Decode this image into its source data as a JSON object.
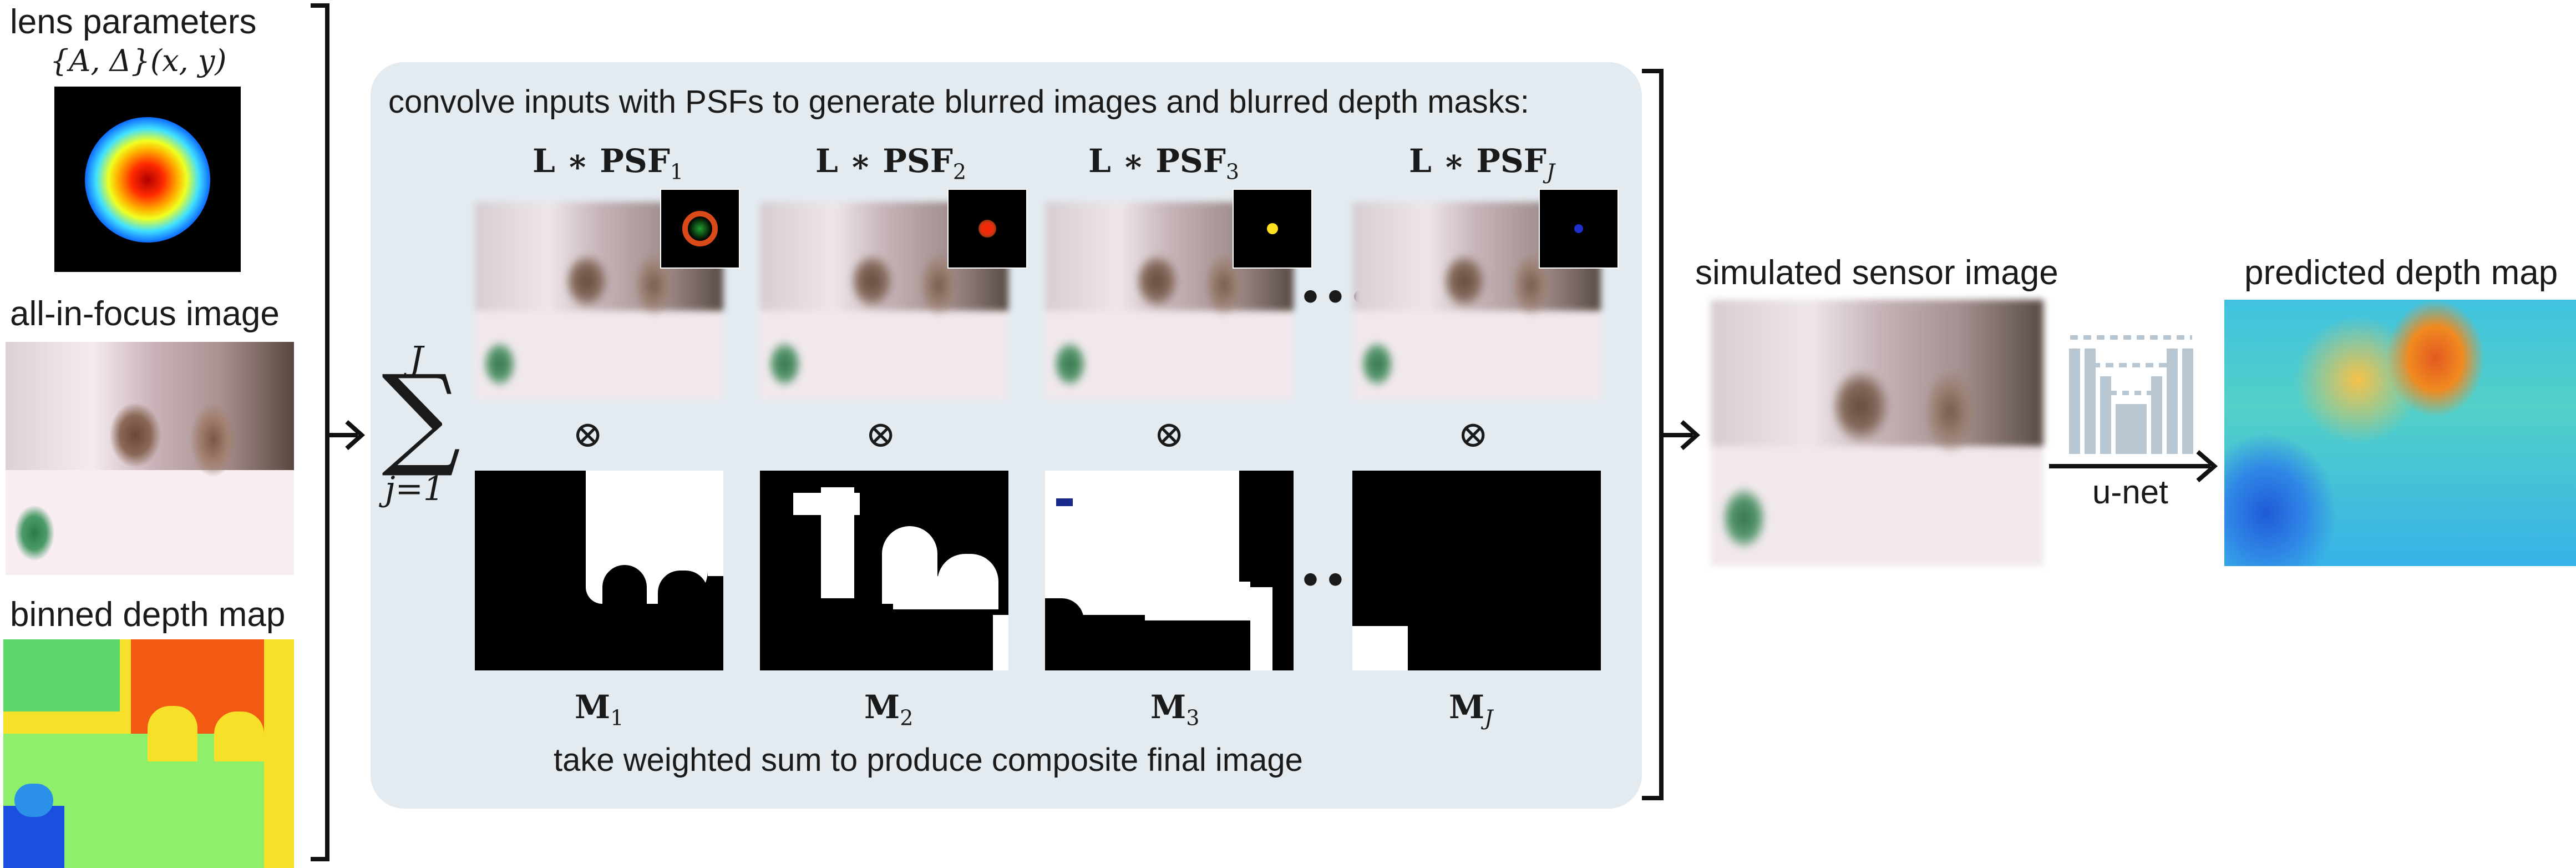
{
  "left": {
    "lens_label": "lens parameters",
    "lens_math": "{A, Δ}(x, y)",
    "allinfocus_label": "all-in-focus image",
    "binned_label": "binned depth map"
  },
  "box": {
    "title": "convolve inputs with PSFs to generate blurred images and blurred depth masks:",
    "footer": "take weighted sum to produce composite final image",
    "sum_top": "J",
    "sum_symbol": "∑",
    "sum_bottom": "j=1",
    "otimes": "⊗",
    "ellipsis": "•••",
    "columns": [
      {
        "top": "L ∗ PSF",
        "sub": "1",
        "bottom": "M",
        "bsub": "1",
        "psf_color": "#e05a1a"
      },
      {
        "top": "L ∗ PSF",
        "sub": "2",
        "bottom": "M",
        "bsub": "2",
        "psf_color": "#e03010"
      },
      {
        "top": "L ∗ PSF",
        "sub": "3",
        "bottom": "M",
        "bsub": "3",
        "psf_color": "#ffe020"
      },
      {
        "top": "L ∗ PSF",
        "sub": "J",
        "bottom": "M",
        "bsub": "J",
        "psf_color": "#2030d0"
      }
    ]
  },
  "right": {
    "sensor_label": "simulated sensor image",
    "unet_label": "u-net",
    "depth_label": "predicted depth map"
  }
}
